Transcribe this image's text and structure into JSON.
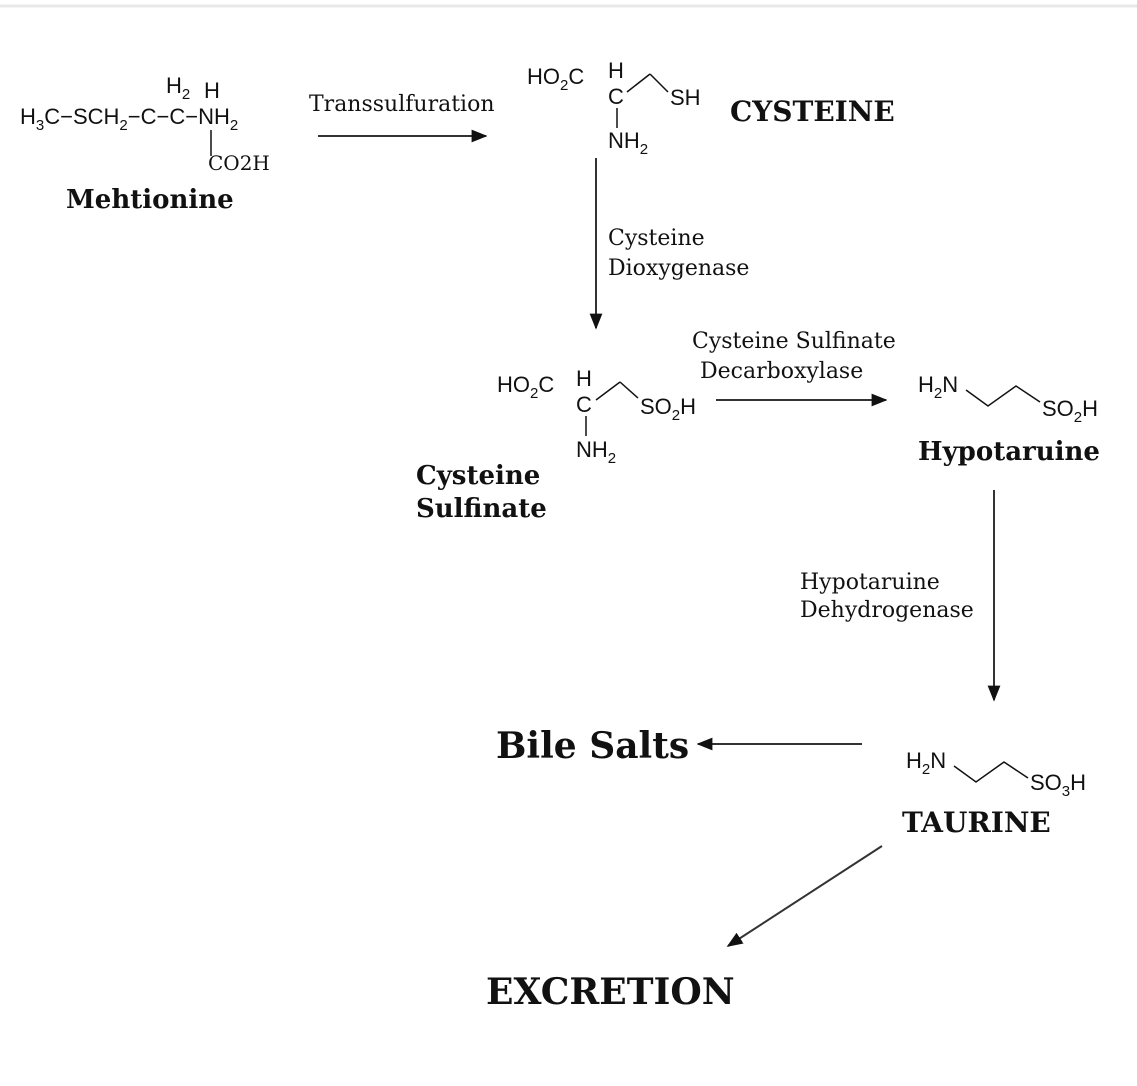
{
  "diagram": {
    "methionine": {
      "name": "Mehtionine",
      "formula_parts": [
        "H",
        "3",
        "C−SCH",
        "2",
        "−C−C−NH",
        "2"
      ],
      "h2_label": [
        "H",
        "2"
      ],
      "h_label": "H",
      "co2h_label": "CO2H"
    },
    "cysteine": {
      "name": "CYSTEINE",
      "ho2c": [
        "HO",
        "2",
        "C"
      ],
      "h": "H",
      "c": "C",
      "sh": "SH",
      "nh2": [
        "NH",
        "2"
      ]
    },
    "cysteine_sulfinate": {
      "name_line1": "Cysteine",
      "name_line2": "Sulfinate",
      "ho2c": [
        "HO",
        "2",
        "C"
      ],
      "h": "H",
      "c": "C",
      "so2h": [
        "SO",
        "2",
        "H"
      ],
      "nh2": [
        "NH",
        "2"
      ]
    },
    "hypotaurine": {
      "name": "Hypotaruine",
      "h2n": [
        "H",
        "2",
        "N"
      ],
      "so2h": [
        "SO",
        "2",
        "H"
      ]
    },
    "taurine": {
      "name": "TAURINE",
      "h2n": [
        "H",
        "2",
        "N"
      ],
      "so3h": [
        "SO",
        "3",
        "H"
      ]
    },
    "enzymes": {
      "transsulfuration": "Transsulfuration",
      "cdo_line1": "Cysteine",
      "cdo_line2": "Dioxygenase",
      "csd_line1": "Cysteine Sulfinate",
      "csd_line2": "Decarboxylase",
      "hdh_line1": "Hypotaruine",
      "hdh_line2": "Dehydrogenase"
    },
    "outputs": {
      "bile_salts": "Bile Salts",
      "excretion": "EXCRETION"
    }
  }
}
